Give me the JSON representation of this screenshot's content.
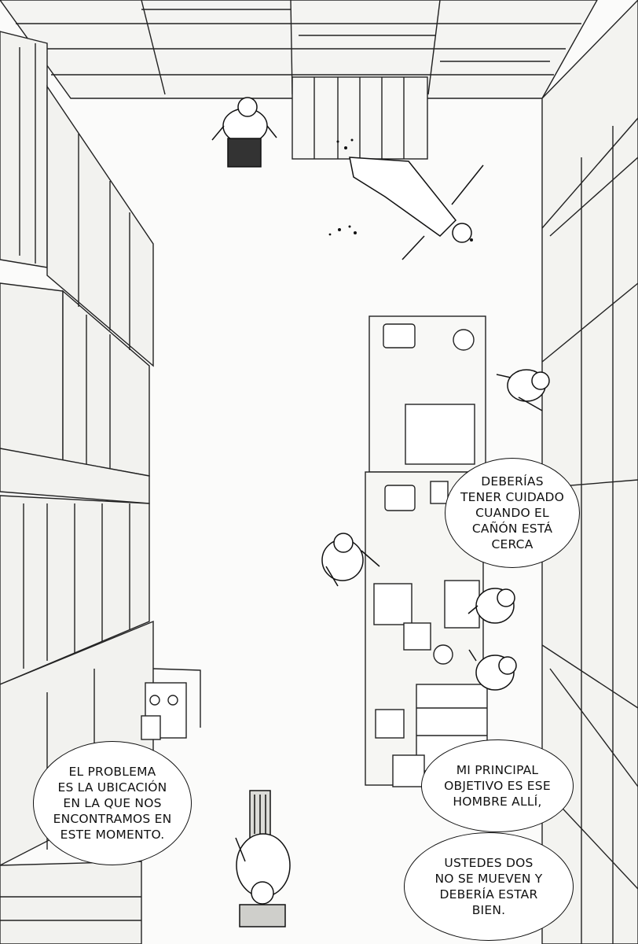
{
  "bubbles": [
    {
      "id": "canon-warning",
      "lines": [
        "DEBERÍAS",
        "TENER CUIDADO",
        "CUANDO EL",
        "CAÑÓN ESTÁ",
        "CERCA"
      ]
    },
    {
      "id": "location-problem",
      "lines": [
        "EL PROBLEMA",
        "ES LA UBICACIÓN",
        "EN LA QUE NOS",
        "ENCONTRAMOS EN",
        "ESTE MOMENTO."
      ]
    },
    {
      "id": "main-target",
      "lines": [
        "MI PRINCIPAL",
        "OBJETIVO ES ESE",
        "HOMBRE ALLÍ,"
      ]
    },
    {
      "id": "stay-still",
      "lines": [
        "USTEDES DOS",
        "NO SE MUEVEN Y",
        "DEBERÍA ESTAR",
        "BIEN."
      ]
    }
  ],
  "colors": {
    "ink": "#111111",
    "paper": "#fbfbfa",
    "shade": "#d9d9d6"
  }
}
